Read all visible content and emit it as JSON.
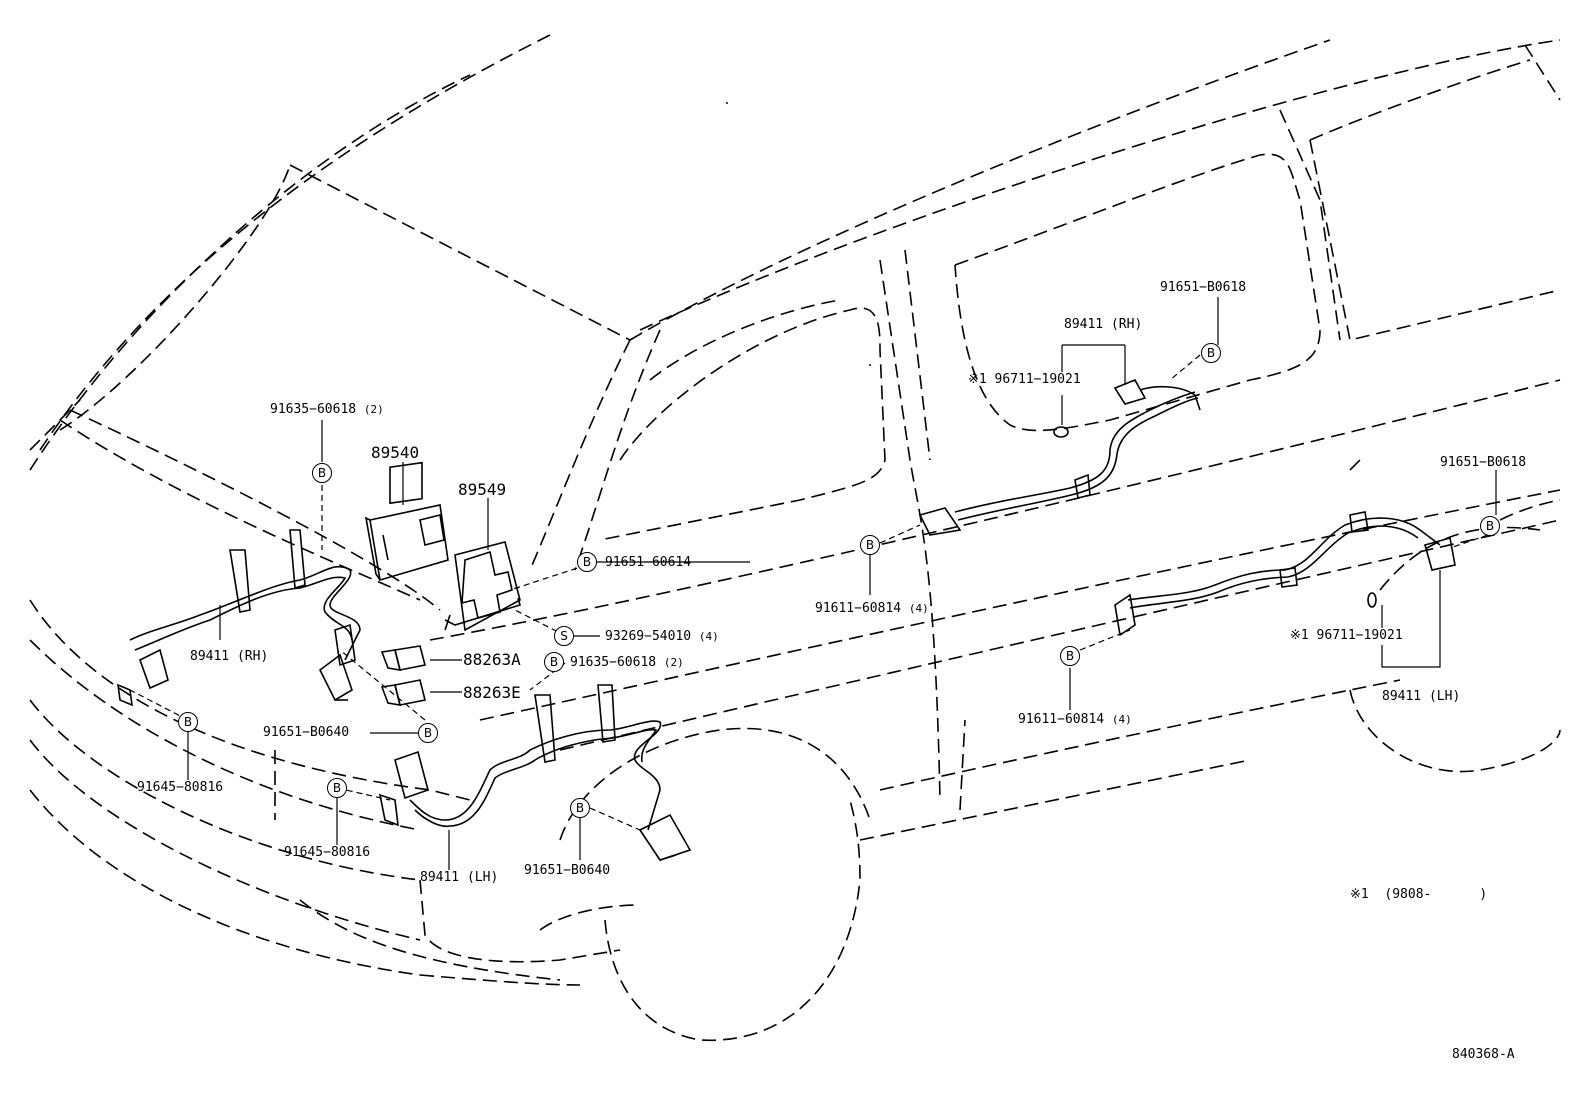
{
  "diagram": {
    "code": "840368-A",
    "footnote": {
      "mark": "※1",
      "range": "(9808-",
      "close": ")"
    },
    "callouts": {
      "b_letter": "B",
      "s_letter": "S"
    },
    "parts": {
      "p89540": "89540",
      "p89549": "89549",
      "p88263a": "88263A",
      "p88263e": "88263E",
      "p89411_rh_front": "89411 (RH)",
      "p89411_lh_front": "89411 (LH)",
      "p89411_rh_rear": "89411 (RH)",
      "p89411_lh_rear": "89411 (LH)",
      "b91635_top": "91635−60618",
      "b91635_top_qty": "(2)",
      "b91635_mid": "91635−60618",
      "b91635_mid_qty": "(2)",
      "b91651_60614": "91651−60614",
      "s93269": "93269−54010",
      "s93269_qty": "(4)",
      "b91651_b0640_a": "91651−B0640",
      "b91651_b0640_b": "91651−B0640",
      "b91645_a": "91645−80816",
      "b91645_b": "91645−80816",
      "b91611_a": "91611−60814",
      "b91611_a_qty": "(4)",
      "b91611_b": "91611−60814",
      "b91611_b_qty": "(4)",
      "b91651_b0618_a": "91651−B0618",
      "b91651_b0618_b": "91651−B0618",
      "g96711_a": "※1 96711−19021",
      "g96711_b": "※1 96711−19021"
    }
  }
}
